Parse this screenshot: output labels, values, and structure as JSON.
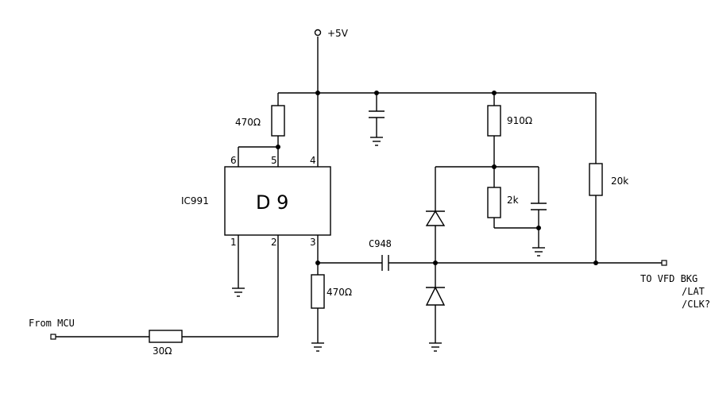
{
  "supply": {
    "label": "+5V"
  },
  "ic": {
    "designator": "IC991",
    "marking": "D 9",
    "pins": [
      "6",
      "5",
      "4",
      "1",
      "2",
      "3"
    ]
  },
  "resistors": {
    "pullup_top": "470Ω",
    "output_load": "470Ω",
    "divider_top": "910Ω",
    "divider_bottom": "2k",
    "output_pullup": "20k",
    "input_series": "30Ω"
  },
  "capacitors": {
    "coupling": "C948"
  },
  "ports": {
    "input": "From MCU",
    "output_line1": "TO VFD BKG",
    "output_line2": "/LAT",
    "output_line3": "/CLK?"
  }
}
